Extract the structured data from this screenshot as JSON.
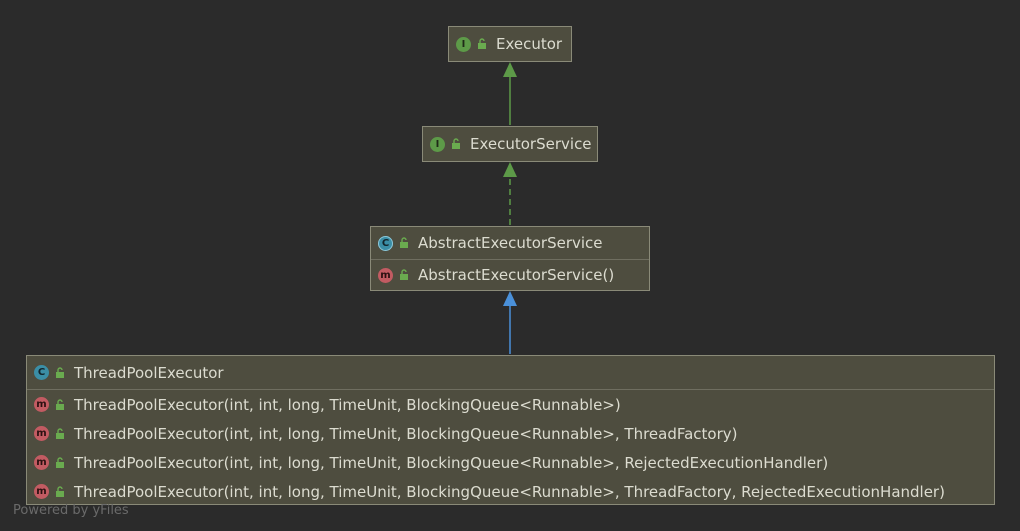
{
  "nodes": {
    "executor": {
      "kind": "interface",
      "badge": "I",
      "name": "Executor"
    },
    "executor_service": {
      "kind": "interface",
      "badge": "I",
      "name": "ExecutorService"
    },
    "abstract_executor_service": {
      "kind": "abstract-class",
      "badge": "C",
      "name": "AbstractExecutorService",
      "members": [
        {
          "badge": "m",
          "signature": "AbstractExecutorService()"
        }
      ]
    },
    "thread_pool_executor": {
      "kind": "class",
      "badge": "C",
      "name": "ThreadPoolExecutor",
      "members": [
        {
          "badge": "m",
          "signature": "ThreadPoolExecutor(int, int, long, TimeUnit, BlockingQueue<Runnable>)"
        },
        {
          "badge": "m",
          "signature": "ThreadPoolExecutor(int, int, long, TimeUnit, BlockingQueue<Runnable>, ThreadFactory)"
        },
        {
          "badge": "m",
          "signature": "ThreadPoolExecutor(int, int, long, TimeUnit, BlockingQueue<Runnable>, RejectedExecutionHandler)"
        },
        {
          "badge": "m",
          "signature": "ThreadPoolExecutor(int, int, long, TimeUnit, BlockingQueue<Runnable>, ThreadFactory, RejectedExecutionHandler)"
        }
      ]
    }
  },
  "edges": [
    {
      "from": "ExecutorService",
      "to": "Executor",
      "relation": "extends",
      "style": "solid",
      "color": "#5d9a48"
    },
    {
      "from": "AbstractExecutorService",
      "to": "ExecutorService",
      "relation": "implements",
      "style": "dashed",
      "color": "#5d9a48"
    },
    {
      "from": "ThreadPoolExecutor",
      "to": "AbstractExecutorService",
      "relation": "extends",
      "style": "solid",
      "color": "#4a90d9"
    }
  ],
  "colors": {
    "background": "#2b2b2b",
    "node_fill": "#4e4d3f",
    "node_border": "#8a8a78",
    "interface_badge": "#5d9a48",
    "class_badge": "#3b8ea6",
    "method_badge": "#c25b62",
    "lock_icon": "#6aab4f"
  },
  "footer": "Powered by yFiles"
}
